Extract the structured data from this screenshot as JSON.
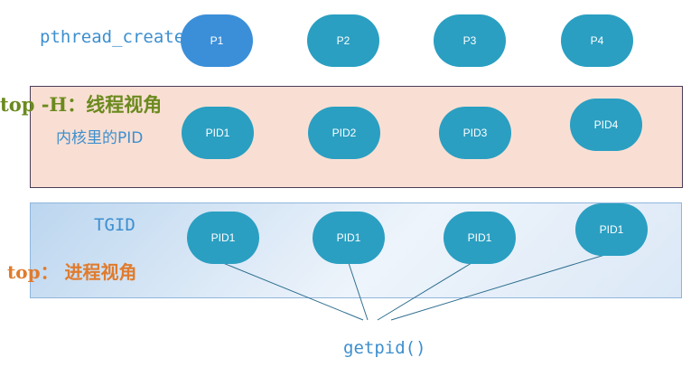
{
  "threads_row": {
    "label": "pthread_create",
    "nodes": [
      "P1",
      "P2",
      "P3",
      "P4"
    ]
  },
  "kernel_panel": {
    "title": "top -H：线程视角",
    "label": "内核里的PID",
    "nodes": [
      "PID1",
      "PID2",
      "PID3",
      "PID4"
    ]
  },
  "tgid_panel": {
    "label": "TGID",
    "title": "top： 进程视角",
    "nodes": [
      "PID1",
      "PID1",
      "PID1",
      "PID1"
    ]
  },
  "getpid_label": "getpid()",
  "colors": {
    "node_fill": "#2a9fc2",
    "primary_node_fill": "#3b8fd9",
    "kernel_panel_fill": "#f9dfd3",
    "tgid_panel_fill": "#dbe8f6",
    "title_green": "#6b8a1e",
    "title_orange": "#e07b2d",
    "label_blue": "#3d8fcf",
    "connector": "#2f6f8f"
  }
}
